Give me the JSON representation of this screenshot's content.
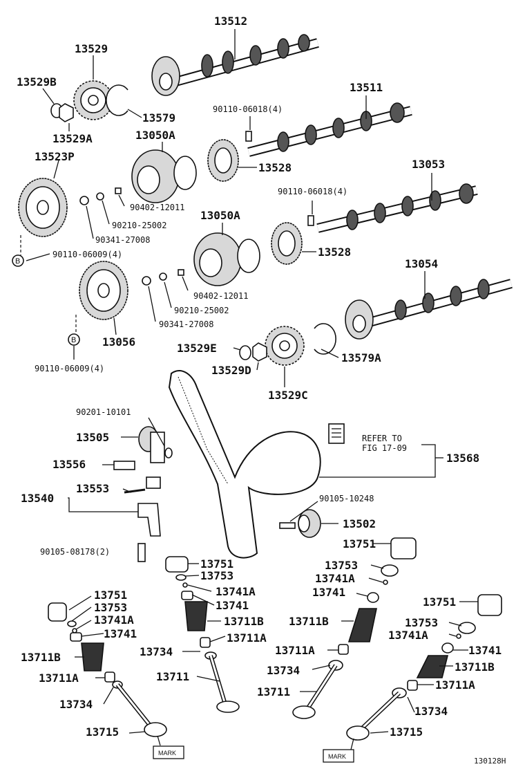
{
  "labels": {
    "p13512": "13512",
    "p13529": "13529",
    "p13529B": "13529B",
    "p13579": "13579",
    "p13529A": "13529A",
    "p13511": "13511",
    "p90110_06018_a": "90110-06018(4)",
    "p13050A_a": "13050A",
    "p13523P": "13523P",
    "p13528_a": "13528",
    "p13053": "13053",
    "p90110_06018_b": "90110-06018(4)",
    "p90402_12011_a": "90402-12011",
    "p90210_25002_a": "90210-25002",
    "p13050A_b": "13050A",
    "p90341_27008_a": "90341-27008",
    "p13528_b": "13528",
    "p90110_06009_a": "90110-06009(4)",
    "p13054": "13054",
    "p90402_12011_b": "90402-12011",
    "p90210_25002_b": "90210-25002",
    "p90341_27008_b": "90341-27008",
    "p13056": "13056",
    "p13529E": "13529E",
    "p13579A": "13579A",
    "p13529D": "13529D",
    "p90110_06009_b": "90110-06009(4)",
    "p13529C": "13529C",
    "p90201_10101": "90201-10101",
    "p13505": "13505",
    "refer_line1": "REFER TO",
    "refer_line2": "FIG 17-09",
    "p13568": "13568",
    "p13556": "13556",
    "p13553": "13553",
    "p13540": "13540",
    "p90105_10248": "90105-10248",
    "p13502": "13502",
    "p13751_a": "13751",
    "p90105_08178": "90105-08178(2)",
    "p13751_b": "13751",
    "p13753_a": "13753",
    "p13753_b": "13753",
    "p13741A_a": "13741A",
    "p13741_a": "13741",
    "p13741A_b": "13741A",
    "p13751_c": "13751",
    "p13741_b": "13741",
    "p13753_c": "13753",
    "p13741A_c": "13741A",
    "p13711B_a": "13711B",
    "p13751_d": "13751",
    "p13741_c": "13741",
    "p13711B_b": "13711B",
    "p13753_d": "13753",
    "p13711A_a": "13711A",
    "p13741A_d": "13741A",
    "p13711B_c": "13711B",
    "p13734_a": "13734",
    "p13711A_b": "13711A",
    "p13741_d": "13741",
    "p13711_a": "13711",
    "p13734_b": "13734",
    "p13711B_d": "13711B",
    "p13711A_c": "13711A",
    "p13711_b": "13711",
    "p13711A_d": "13711A",
    "p13734_c": "13734",
    "p13734_d": "13734",
    "p13715_a": "13715",
    "p13715_b": "13715",
    "mark_a": "MARK",
    "mark_b": "MARK",
    "callout_b1": "B",
    "callout_b2": "B",
    "figure_id": "130128H"
  }
}
